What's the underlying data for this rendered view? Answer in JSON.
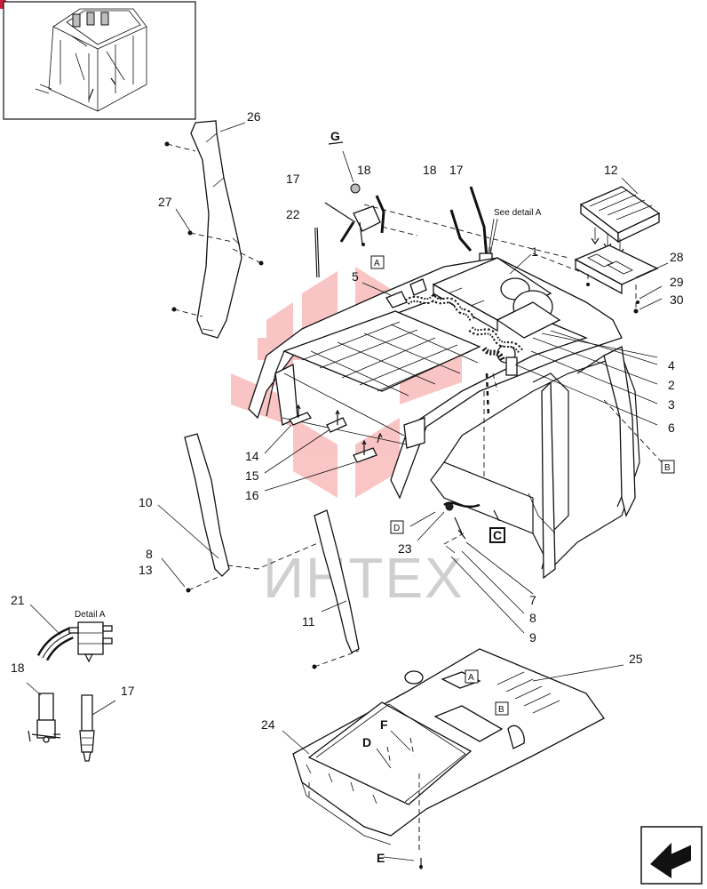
{
  "callouts": {
    "c1": "1",
    "c2": "2",
    "c3": "3",
    "c4": "4",
    "c5": "5",
    "c6": "6",
    "c7": "7",
    "c8a": "8",
    "c8b": "8",
    "c9": "9",
    "c10": "10",
    "c11": "11",
    "c12": "12",
    "c13": "13",
    "c14": "14",
    "c15": "15",
    "c16": "16",
    "c17a": "17",
    "c17b": "17",
    "c17c": "17",
    "c18a": "18",
    "c18b": "18",
    "c18c": "18",
    "c21": "21",
    "c22": "22",
    "c23": "23",
    "c24": "24",
    "c25": "25",
    "c26": "26",
    "c27": "27",
    "c28": "28",
    "c29": "29",
    "c30": "30"
  },
  "references": {
    "see_detail": "See detail A",
    "detail_title": "Detail A",
    "box_a1": "A",
    "box_a2": "A",
    "box_b1": "B",
    "box_b2": "B",
    "box_d": "D",
    "box_c": "C",
    "flag_g": "G",
    "flag_f": "F",
    "flag_d": "D",
    "flag_e": "E"
  },
  "watermark": "ИНТЕХ",
  "colors": {
    "watermark_logo": "#e8312f",
    "line": "#111111",
    "corner_mark": "#cc1d3a"
  }
}
